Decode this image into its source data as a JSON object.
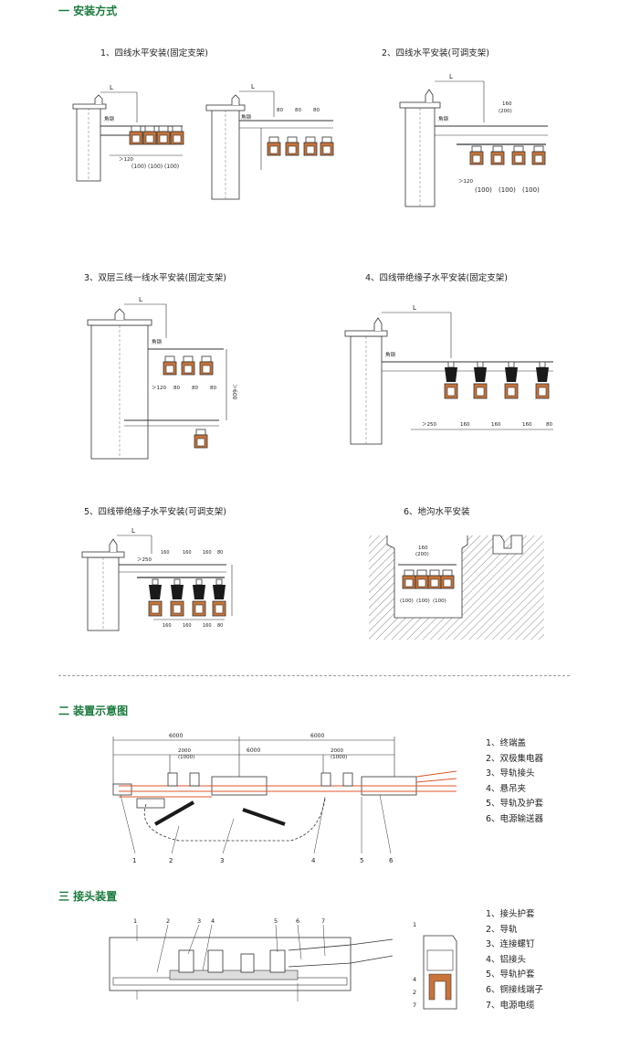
{
  "sections": {
    "install": "一  安装方式",
    "schematic": "二  装置示意图",
    "joint": "三  接头装置"
  },
  "install_panels": [
    {
      "title": "1、四线水平安装(固定支架)"
    },
    {
      "title": "2、四线水平安装(可调支架)"
    },
    {
      "title": "3、双层三线一线水平安装(固定支架)"
    },
    {
      "title": "4、四线带绝缘子水平安装(固定支架)"
    },
    {
      "title": "5、四线带绝缘子水平安装(可调支架)"
    },
    {
      "title": "6、地沟水平安装"
    }
  ],
  "labels": {
    "L": "L",
    "angle_steel": "角钢",
    "gt120": "＞120",
    "gt250": "＞250",
    "gt600": "＞600",
    "d80": "80",
    "d160": "160",
    "d200p": "(200)",
    "d100p": "(100)",
    "d1000p": "(1000)",
    "d2000": "2000",
    "d6000": "6000"
  },
  "schematic_legend": [
    "1、终端盖",
    "2、双极集电器",
    "3、导轨接头",
    "4、悬吊夹",
    "5、导轨及护套",
    "6、电源输送器"
  ],
  "schematic_callouts": [
    "1",
    "2",
    "3",
    "4",
    "5",
    "6"
  ],
  "joint_legend": [
    "1、接头护套",
    "2、导轨",
    "3、连接螺钉",
    "4、铝接头",
    "5、导轨护套",
    "6、铜接线端子",
    "7、电源电缆"
  ],
  "joint_callouts": [
    "1",
    "2",
    "3",
    "4",
    "5",
    "6",
    "7"
  ],
  "colors": {
    "accent": "#1a7a3c",
    "line": "#333333",
    "copper": "#c8743a",
    "cable": "#e0562a"
  }
}
